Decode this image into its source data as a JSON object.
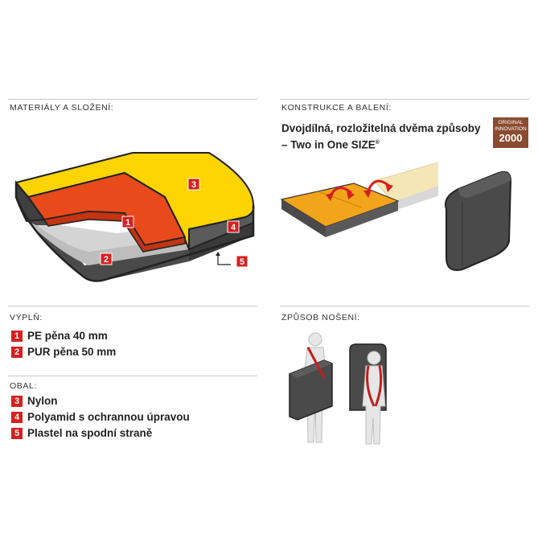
{
  "sections": {
    "materials": "MATERIÁLY A SLOŽENÍ:",
    "construction": "KONSTRUKCE A BALENÍ:",
    "filling": "VÝPLŇ:",
    "carry": "ZPŮSOB NOŠENÍ:",
    "cover": "OBAL:"
  },
  "construction_title": "Dvojdílná, rozložitelná dvěma způsoby",
  "construction_subtitle": "– Two in One SIZE",
  "construction_subtitle_mark": "®",
  "innovation_badge": {
    "line1": "ORIGINAL",
    "line2": "INNOVATION",
    "year": "2000",
    "color": "#8a4b2f"
  },
  "diagram_badges": [
    "1",
    "2",
    "3",
    "4",
    "5"
  ],
  "filling_items": [
    {
      "num": "1",
      "text": "PE pěna 40 mm"
    },
    {
      "num": "2",
      "text": "PUR pěna 50 mm"
    }
  ],
  "cover_items": [
    {
      "num": "3",
      "text": "Nylon"
    },
    {
      "num": "4",
      "text": "Polyamid s ochrannou úpravou"
    },
    {
      "num": "5",
      "text": "Plastel na spodní straně"
    }
  ],
  "colors": {
    "accent": "#d81e1e",
    "yellow": "#ffd400",
    "orange": "#f2a51a",
    "dark": "#4a4a4a"
  }
}
